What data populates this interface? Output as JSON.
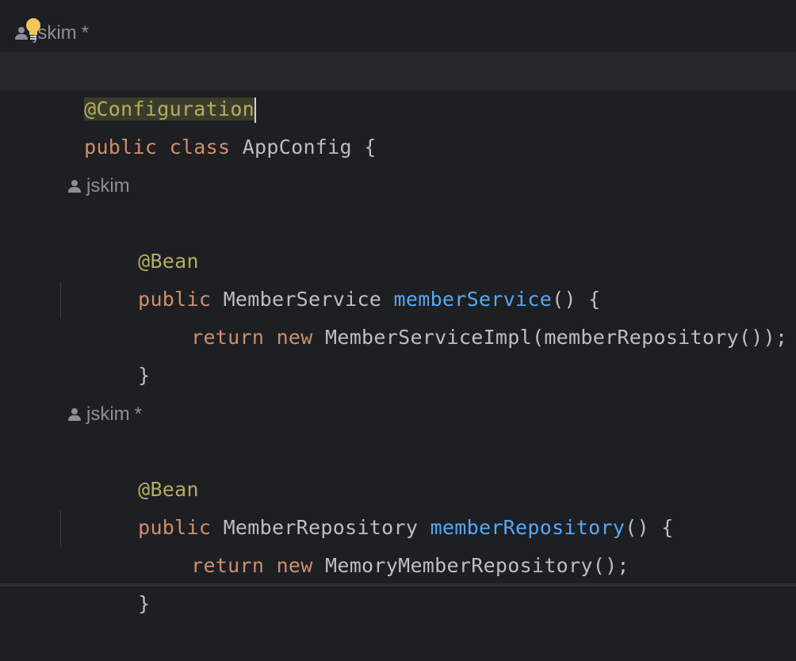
{
  "editor": {
    "inlays": [
      {
        "author": "jskim",
        "modified": "*"
      },
      {
        "author": "jskim",
        "modified": ""
      },
      {
        "author": "jskim",
        "modified": "*"
      }
    ],
    "lines": {
      "l1_annotation": "@Configuration",
      "l2_public": "public",
      "l2_class": "class",
      "l2_name": "AppConfig {",
      "l3_annotation": "@Bean",
      "l4_public": "public",
      "l4_type": "MemberService",
      "l4_method": "memberService",
      "l4_rest": "() {",
      "l5_return": "return",
      "l5_new": "new",
      "l5_rest": "MemberServiceImpl(memberRepository());",
      "l6_close": "}",
      "l7_annotation": "@Bean",
      "l8_public": "public",
      "l8_type": "MemberRepository",
      "l8_method": "memberRepository",
      "l8_rest": "() {",
      "l9_return": "return",
      "l9_new": "new",
      "l9_rest": "MemoryMemberRepository();",
      "l10_close": "}"
    }
  },
  "colors": {
    "background": "#1e1f22",
    "annotation": "#b3ae60",
    "keyword": "#cf8e6d",
    "method": "#56a8f5",
    "text": "#bcbec4"
  }
}
